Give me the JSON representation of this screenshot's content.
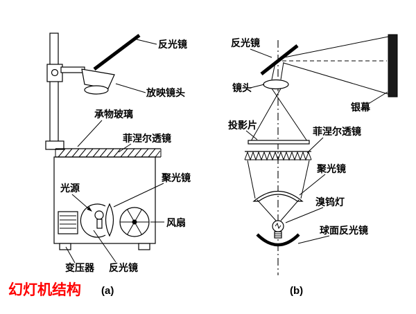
{
  "colors": {
    "line": "#000000",
    "title": "#ff0000",
    "background": "#ffffff",
    "screen_fill": "#1a1a1a"
  },
  "title": {
    "text": "幻灯机结构"
  },
  "captions": {
    "a": "(a)",
    "b": "(b)"
  },
  "diagram_a": {
    "labels": {
      "reflector_top": "反光镜",
      "projection_lens": "放映镜头",
      "stage_glass": "承物玻璃",
      "fresnel_lens": "菲涅尔透镜",
      "condenser": "聚光镜",
      "light_source": "光源",
      "fan": "风扇",
      "transformer": "变压器",
      "reflector_bottom": "反光镜"
    }
  },
  "diagram_b": {
    "labels": {
      "reflector": "反光镜",
      "lens": "镜头",
      "screen": "银幕",
      "slide": "投影片",
      "fresnel_lens": "菲涅尔透镜",
      "condenser": "聚光镜",
      "halogen_lamp": "溴钨灯",
      "spherical_reflector": "球面反光镜"
    }
  }
}
